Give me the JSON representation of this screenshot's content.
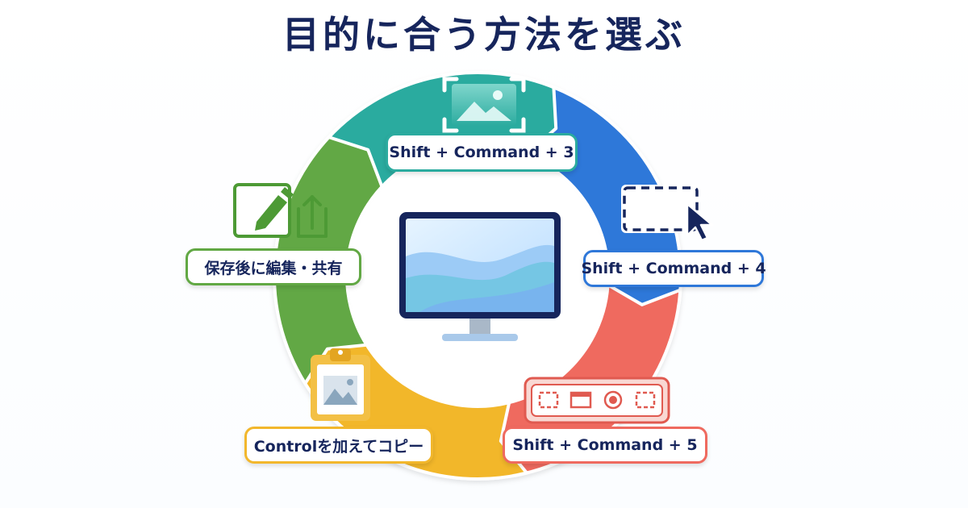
{
  "title": "目的に合う方法を選ぶ",
  "cycle": {
    "steps": [
      {
        "label": "Shift + Command + 3",
        "color": "#2bab9f",
        "icon": "full-screen-capture-icon"
      },
      {
        "label": "Shift + Command + 4",
        "color": "#2f78d9",
        "icon": "selection-cursor-icon"
      },
      {
        "label": "Shift + Command + 5",
        "color": "#ef6a5f",
        "icon": "capture-toolbar-icon"
      },
      {
        "label": "Controlを加えてコピー",
        "color": "#f2b72c",
        "icon": "clipboard-image-icon"
      },
      {
        "label": "保存後に編集・共有",
        "color": "#62a844",
        "icon": "edit-share-icon"
      }
    ],
    "center_icon": "monitor-icon"
  }
}
